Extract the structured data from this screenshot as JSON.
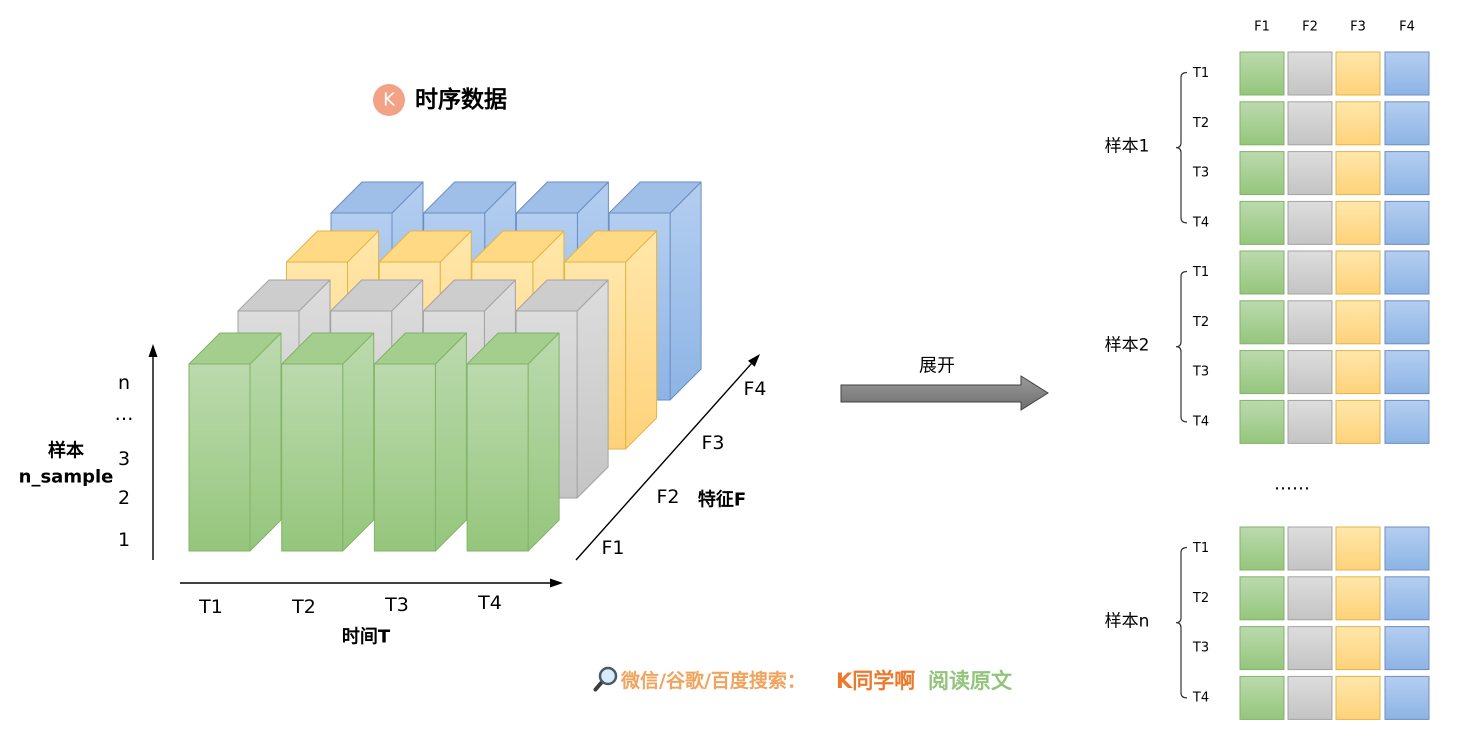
{
  "title": "时序数据",
  "logo": {
    "letter": "K",
    "color": "#f4a286"
  },
  "palette": {
    "F1": {
      "light": "#bbdaae",
      "dark": "#95c67c",
      "top": "#a3ce8e",
      "stroke": "#82b366"
    },
    "F2": {
      "light": "#dddddd",
      "dark": "#c4c4c4",
      "top": "#cdcdcd",
      "stroke": "#a3a3a3"
    },
    "F3": {
      "light": "#ffe7ab",
      "dark": "#ffd27a",
      "top": "#ffd984",
      "stroke": "#e2b545"
    },
    "F4": {
      "light": "#b4cef0",
      "dark": "#8db4e5",
      "top": "#9fbfe9",
      "stroke": "#6c8ebf"
    }
  },
  "cube": {
    "features": [
      "F1",
      "F2",
      "F3",
      "F4"
    ],
    "times": [
      "T1",
      "T2",
      "T3",
      "T4"
    ],
    "sample_ticks": [
      "1",
      "2",
      "3",
      "…",
      "n"
    ],
    "sample_label": [
      "样本",
      "n_sample"
    ],
    "time_label": "时间T",
    "feature_label": "特征F"
  },
  "unfold": {
    "label": "展开",
    "fill_top": "#9b9b9b",
    "fill_bottom": "#6e6e6e",
    "stroke": "#404040"
  },
  "matrix": {
    "columns": [
      "F1",
      "F2",
      "F3",
      "F4"
    ],
    "samples": [
      {
        "label": "样本1",
        "rows": [
          "T1",
          "T2",
          "T3",
          "T4"
        ]
      },
      {
        "label": "样本2",
        "rows": [
          "T1",
          "T2",
          "T3",
          "T4"
        ]
      },
      {
        "label": "样本n",
        "rows": [
          "T1",
          "T2",
          "T3",
          "T4"
        ]
      }
    ],
    "ellipsis": "……"
  },
  "watermark": {
    "icon": "magnifier-icon",
    "search_prefix": "微信/谷歌/百度搜索：",
    "brand": "K同学啊",
    "action": "阅读原文",
    "prefix_color": "#f0a45e",
    "brand_color": "#eb7a2c",
    "action_color": "#93c47d"
  }
}
